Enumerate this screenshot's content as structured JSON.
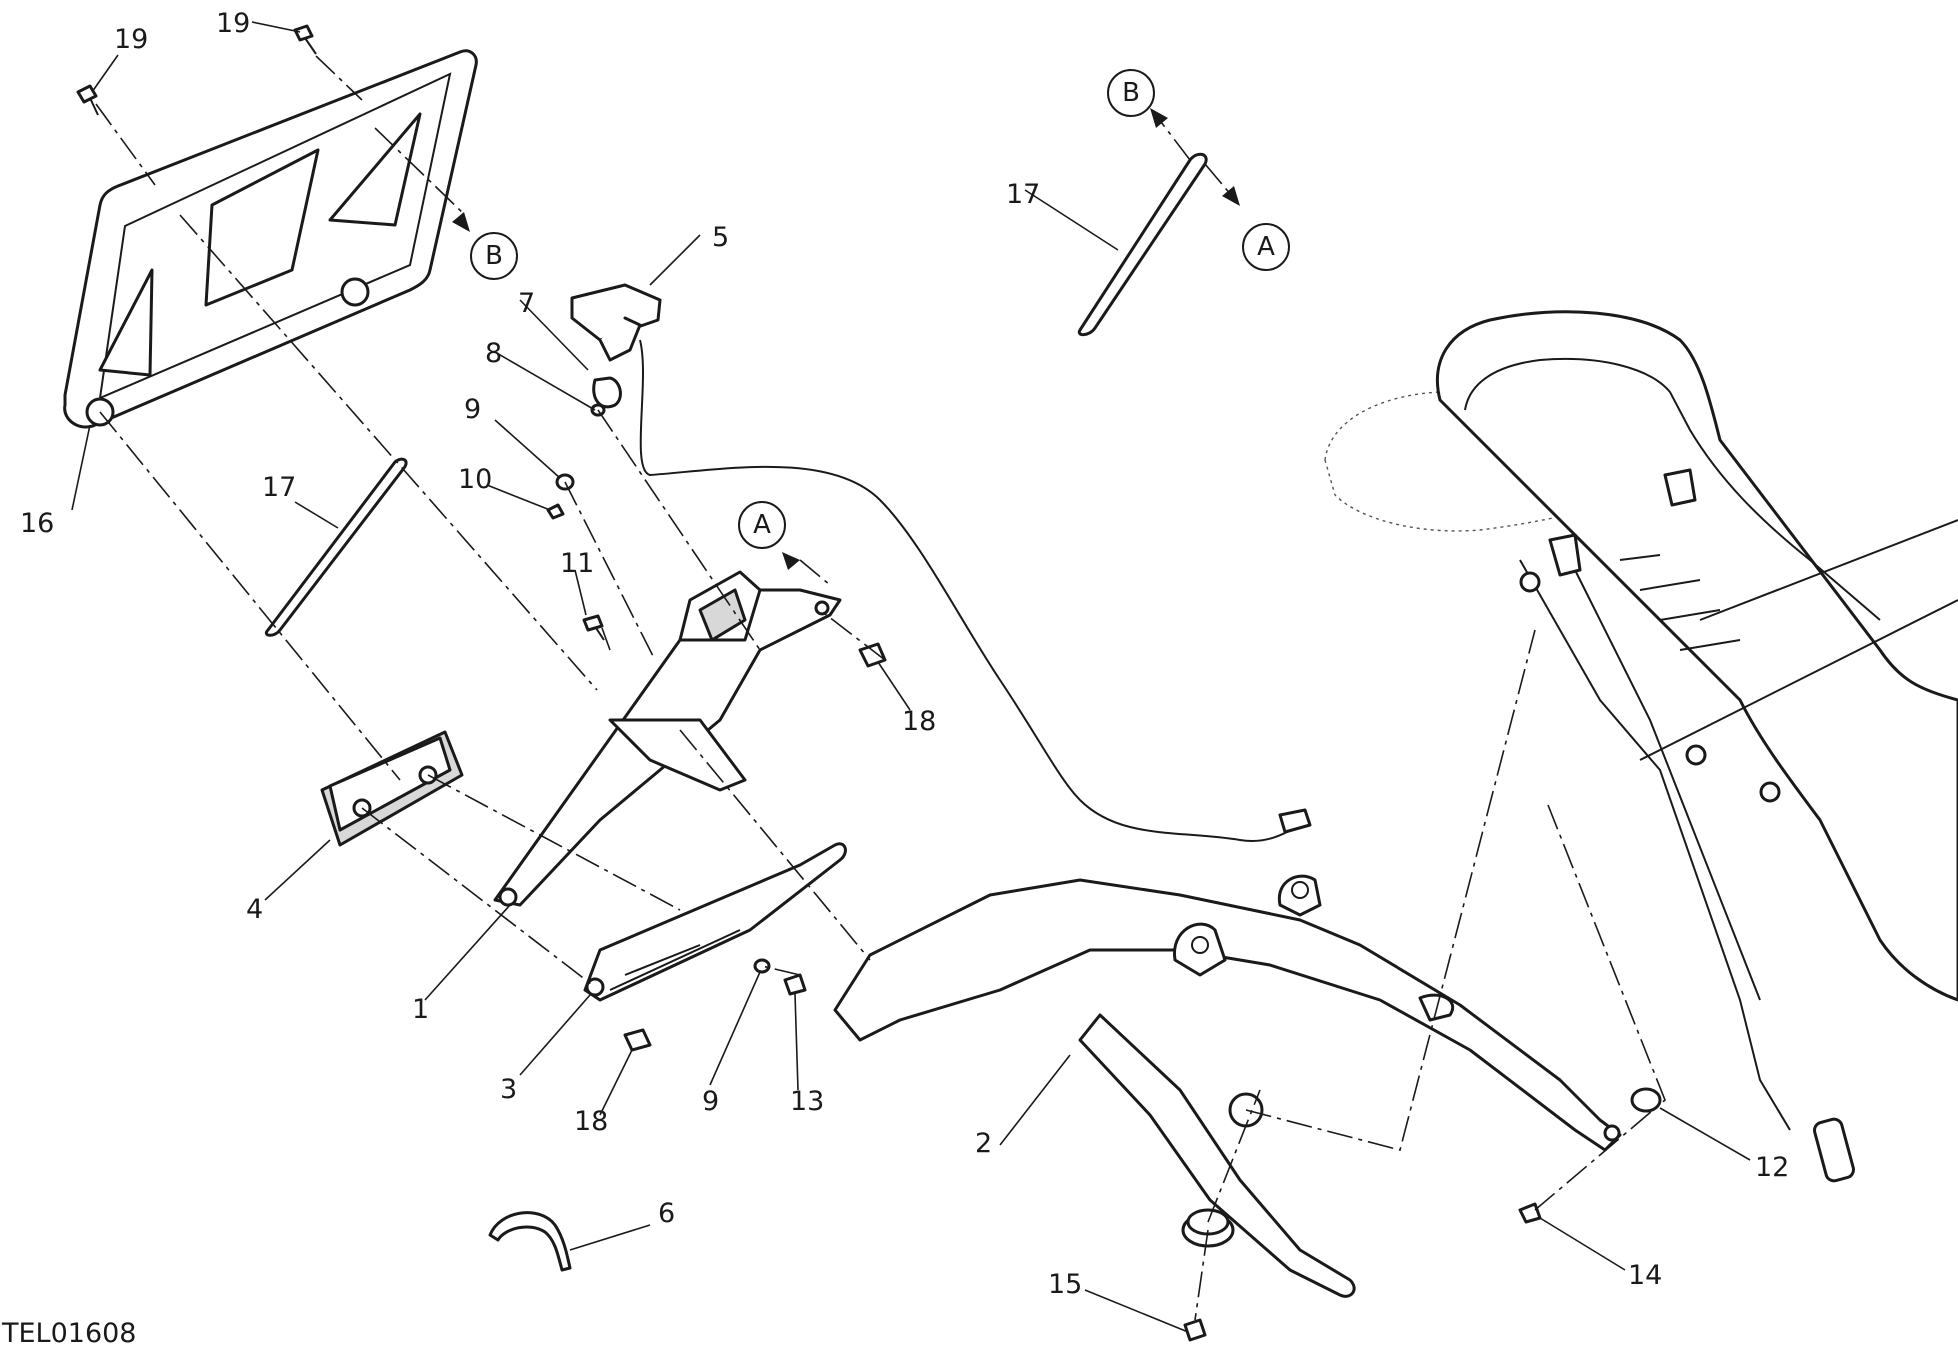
{
  "drawing_code": "TEL01608",
  "callouts": [
    {
      "id": "1",
      "text": "1"
    },
    {
      "id": "2",
      "text": "2"
    },
    {
      "id": "3",
      "text": "3"
    },
    {
      "id": "4",
      "text": "4"
    },
    {
      "id": "5",
      "text": "5"
    },
    {
      "id": "6",
      "text": "6"
    },
    {
      "id": "7",
      "text": "7"
    },
    {
      "id": "8",
      "text": "8"
    },
    {
      "id": "9a",
      "text": "9"
    },
    {
      "id": "9b",
      "text": "9"
    },
    {
      "id": "10",
      "text": "10"
    },
    {
      "id": "11",
      "text": "11"
    },
    {
      "id": "12",
      "text": "12"
    },
    {
      "id": "13",
      "text": "13"
    },
    {
      "id": "14",
      "text": "14"
    },
    {
      "id": "15",
      "text": "15"
    },
    {
      "id": "16",
      "text": "16"
    },
    {
      "id": "17a",
      "text": "17"
    },
    {
      "id": "17b",
      "text": "17"
    },
    {
      "id": "18a",
      "text": "18"
    },
    {
      "id": "18b",
      "text": "18"
    },
    {
      "id": "19a",
      "text": "19"
    },
    {
      "id": "19b",
      "text": "19"
    }
  ],
  "reference_markers": [
    {
      "id": "B-top",
      "text": "B"
    },
    {
      "id": "A-top",
      "text": "A"
    },
    {
      "id": "B-plate",
      "text": "B"
    },
    {
      "id": "A-bracket",
      "text": "A"
    }
  ]
}
